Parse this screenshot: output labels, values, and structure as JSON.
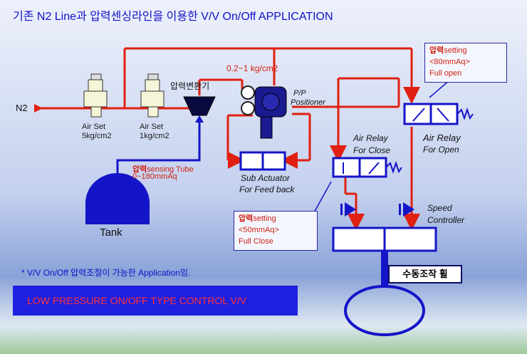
{
  "title": "기존 N2 Line과 압력센싱라인을 이용한  V/V On/Off APPLICATION",
  "n2_label": "N2",
  "air_set_1": {
    "name": "Air Set",
    "spec": "5kg/cm2"
  },
  "air_set_2": {
    "name": "Air Set",
    "spec": "1kg/cm2"
  },
  "converter_label": "압력변환기",
  "pressure_range": "0.2~1 kg/cm2",
  "positioner": {
    "line1": "P/P",
    "line2": "Positioner"
  },
  "sensing_tube": {
    "line1_bold": "압력",
    "line1_rest": "sensing Tube",
    "line2": "0~180mmAq"
  },
  "tank_label": "Tank",
  "sub_actuator": {
    "line1": "Sub Actuator",
    "line2": "For Feed back"
  },
  "air_relay_close": {
    "line1": "Air Relay",
    "line2": "For Close"
  },
  "air_relay_open": {
    "line1": "Air Relay",
    "line2": "For Open"
  },
  "setting_top": {
    "bold": "압력",
    "rest": "setting",
    "line2": "<80mmAq>",
    "line3": "Full open"
  },
  "setting_mid": {
    "bold": "압력",
    "rest": "setting",
    "line2": "<50mmAq>",
    "line3": "Full Close"
  },
  "speed_controller": {
    "line1": "Speed",
    "line2": "Controller"
  },
  "handle_label": "수동조작 휠",
  "note": "* V/V On/Off 압력조절이 가능한 Application임.",
  "banner": "LOW PRESSURE ON/OFF TYPE CONTROL V/V",
  "colors": {
    "line": "#e02010",
    "device": "#1414c8",
    "banner_bg": "#1f1fe0",
    "banner_text": "#ff3333"
  }
}
